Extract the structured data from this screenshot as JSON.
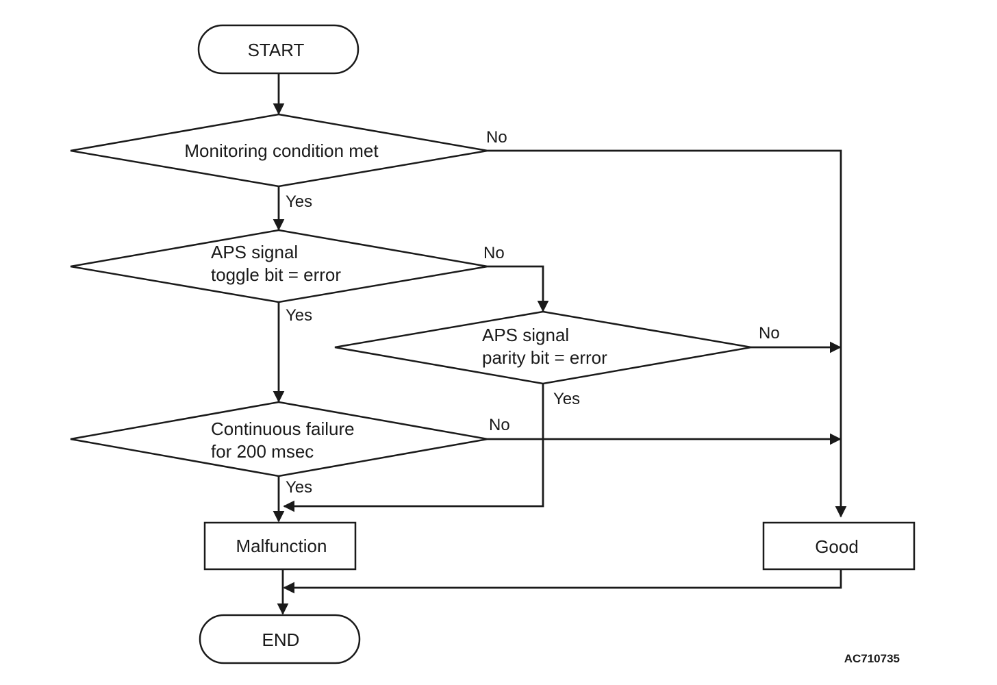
{
  "nodes": {
    "start": "START",
    "monitoring_line1": "Monitoring condition met",
    "toggle_line1": "APS signal",
    "toggle_line2": "toggle bit = error",
    "parity_line1": "APS signal",
    "parity_line2": "parity bit = error",
    "continuous_line1": "Continuous failure",
    "continuous_line2": "for 200 msec",
    "malfunction": "Malfunction",
    "good": "Good",
    "end": "END"
  },
  "edges": {
    "monitoring_no": "No",
    "monitoring_yes": "Yes",
    "toggle_no": "No",
    "toggle_yes": "Yes",
    "parity_no": "No",
    "parity_yes": "Yes",
    "continuous_no": "No",
    "continuous_yes": "Yes"
  },
  "reference_code": "AC710735"
}
